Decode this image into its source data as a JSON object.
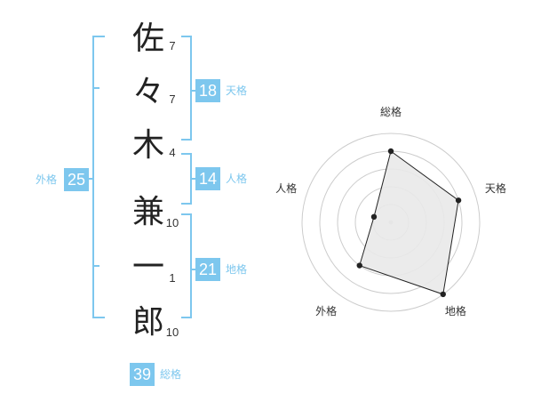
{
  "name": {
    "chars": [
      {
        "char": "佐",
        "strokes": "7"
      },
      {
        "char": "々",
        "strokes": "7"
      },
      {
        "char": "木",
        "strokes": "4"
      },
      {
        "char": "兼",
        "strokes": "10"
      },
      {
        "char": "一",
        "strokes": "1"
      },
      {
        "char": "郎",
        "strokes": "10"
      }
    ]
  },
  "fortune": {
    "tenkaku": {
      "label": "天格",
      "value": "18"
    },
    "jinkaku": {
      "label": "人格",
      "value": "14"
    },
    "chikaku": {
      "label": "地格",
      "value": "21"
    },
    "gaikaku": {
      "label": "外格",
      "value": "25"
    },
    "soukaku": {
      "label": "総格",
      "value": "39"
    }
  },
  "chart_data": {
    "type": "radar",
    "axes": [
      "総格",
      "天格",
      "地格",
      "外格",
      "人格"
    ],
    "values": [
      4,
      4,
      5,
      3,
      1
    ],
    "rmax": 5,
    "rings": 5
  },
  "colors": {
    "accent": "#7dc7ee",
    "radar_fill": "#e9e9e9",
    "radar_stroke": "#222222",
    "ring": "#cccccc"
  }
}
